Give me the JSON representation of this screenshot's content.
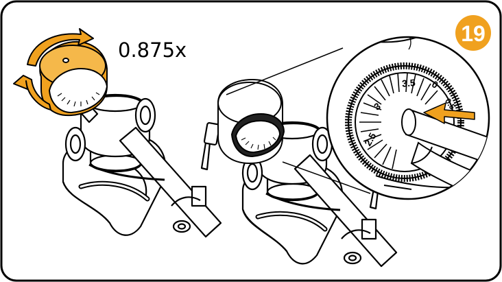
{
  "step": {
    "number": "19",
    "badge_color": "#f0a11f"
  },
  "speed_setting": "0.875x",
  "dial_markings": [
    "2.5",
    "3",
    "3.5",
    "0",
    "0.5"
  ],
  "accent_color": "#f0a11f",
  "line_color": "#000000"
}
